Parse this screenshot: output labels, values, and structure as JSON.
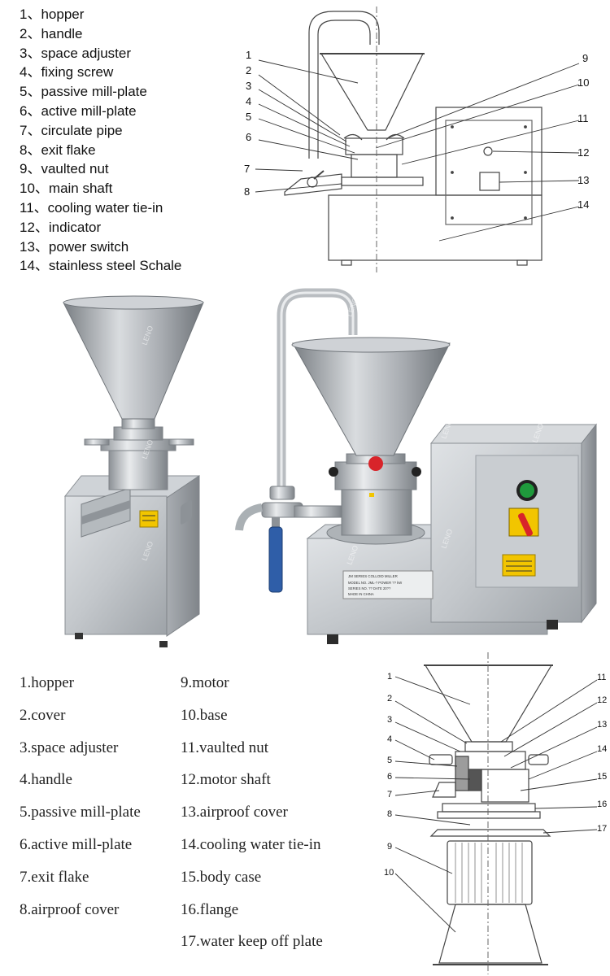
{
  "top_legend": [
    "1、hopper",
    "2、handle",
    "3、space adjuster",
    "4、fixing screw",
    "5、passive mill-plate",
    "6、active mill-plate",
    "7、circulate pipe",
    "8、exit flake",
    "9、vaulted nut",
    "10、main shaft",
    "11、cooling water tie-in",
    "12、indicator",
    "13、power switch",
    "14、stainless steel Schale"
  ],
  "top_diagram_numbers": [
    "1",
    "2",
    "3",
    "4",
    "5",
    "6",
    "7",
    "8",
    "9",
    "10",
    "11",
    "12",
    "13",
    "14"
  ],
  "photo_watermark": "LENO",
  "nameplate": {
    "title": "JM SERIES COLLOID MILLER",
    "line1": "MODEL NO.  JML-?  POWER  ?? kW",
    "line2": "SERIES NO.  ??   DATE  20??",
    "line3": "MADE IN CHINA"
  },
  "bottom_legend_left": [
    "1.hopper",
    "2.cover",
    "3.space adjuster",
    "4.handle",
    "5.passive mill-plate",
    "6.active mill-plate",
    "7.exit flake",
    "8.airproof cover"
  ],
  "bottom_legend_right": [
    "9.motor",
    "10.base",
    "11.vaulted nut",
    "12.motor shaft",
    "13.airproof cover",
    "14.cooling water tie-in",
    "15.body case",
    "16.flange",
    "17.water keep off plate"
  ],
  "bottom_diagram_numbers": [
    "1",
    "2",
    "3",
    "4",
    "5",
    "6",
    "7",
    "8",
    "9",
    "10",
    "11",
    "12",
    "13",
    "14",
    "15",
    "16",
    "17"
  ],
  "colors": {
    "steel_light": "#e6e8ea",
    "steel_mid": "#b9bdc1",
    "steel_dark": "#7d8287",
    "valve_red": "#d8242a",
    "switch_green": "#1f9a3c",
    "handle_blue": "#2f5ea8",
    "warning_yellow": "#f2c500"
  }
}
